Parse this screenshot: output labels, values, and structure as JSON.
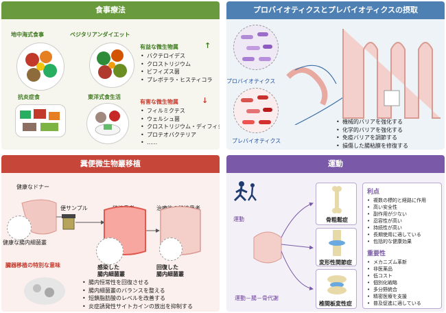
{
  "panels": {
    "diet": {
      "title": "食事療法",
      "diets": [
        "地中海式食事",
        "ベジタリアンダイエット",
        "抗炎症食",
        "東洋式食生活"
      ],
      "beneficial": {
        "title": "有益な微生物属",
        "items": [
          "バクテロイデス",
          "クロストリジウム",
          "ビフィズス菌",
          "プレボテラ・ヒスティコラ"
        ]
      },
      "harmful": {
        "title": "有害な微生物属",
        "items": [
          "フィルミクテス",
          "ウェルシュ菌",
          "クロストリジウム・ディフィシル",
          "プロテオバクテリア",
          "......"
        ]
      },
      "arrow_up": "↑",
      "arrow_down": "↓"
    },
    "probiotics": {
      "title": "プロバイオティクスとプレバイオティクスの摂取",
      "probiotic_label": "プロバイオティクス",
      "prebiotic_label": "プレバイオティクス",
      "effects": [
        "機械的バリアを強化する",
        "化学的バリアを強化する",
        "免疫バリアを調節する",
        "損傷した腸粘膜を修復する"
      ]
    },
    "fmt": {
      "title": "糞便微生物叢移植",
      "healthy_donor": "健康なドナー",
      "stool_sample": "便サンプル",
      "recipient": "移植患者",
      "after": "治療後の移植患者",
      "healthy_flora": "健康な腸内細菌叢",
      "infected_flora": "感染した\n腸内細菌叢",
      "recovered_flora": "回復した\n腸内細菌叢",
      "significance_title": "臓器移植の特別な意味",
      "significance": [
        "腸内恒常性を回復させる",
        "腸内細菌叢のバランスを整える",
        "短鎖脂肪酸のレベルを改善する",
        "炎症誘発性サイトカインの放出を抑制する"
      ]
    },
    "exercise": {
      "title": "運動",
      "exercise_label": "運動",
      "axis_label": "運動－腸－骨代謝",
      "conditions": [
        "骨粗鬆症",
        "変形性関節症",
        "椎間板変性症"
      ],
      "benefits_title": "利点",
      "benefits": [
        "複数の標的と経路に作用",
        "高い安全性",
        "副作用が少ない",
        "忍容性が高い",
        "持続性が高い",
        "長期使用に適している",
        "包括的な健康効果"
      ],
      "importance_title": "重要性",
      "importance": [
        "メカニズム革新",
        "非医薬品",
        "低コスト",
        "個別化戦略",
        "多分野統合",
        "精密医療を支援",
        "普及促進に適している"
      ]
    }
  },
  "colors": {
    "diet": "#6a9a3e",
    "probiotics": "#4f80b3",
    "fmt": "#c6463a",
    "exercise": "#7a5aa8"
  }
}
